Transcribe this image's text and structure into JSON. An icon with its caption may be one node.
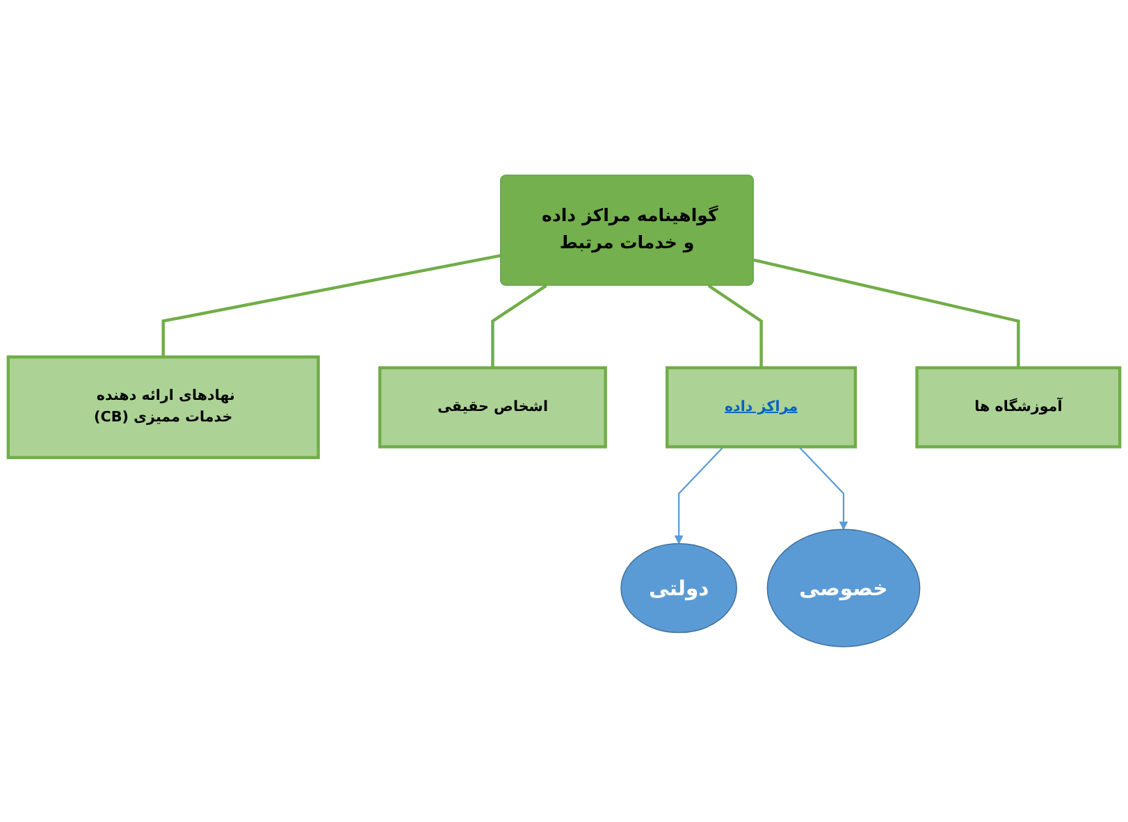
{
  "diagram": {
    "nodes": [
      {
        "text": [
          "گواهینامه مراکز داده و خدمات مرتبط"
        ]
      },
      {
        "text": [
          "نهادهای ارائه دهنده خدمات ممیزی (CB)"
        ]
      },
      {
        "text": [
          "آموزشگاه ها"
        ]
      },
      {
        "text": [
          "اشخاص حقیقی"
        ]
      },
      {
        "text": [
          "مراکز داده"
        ]
      },
      {
        "text": [
          "دولتی"
        ]
      },
      {
        "text": [
          "خصوصی"
        ]
      }
    ],
    "edges": [
      {
        "from": 0,
        "to": 1,
        "arrow": "none"
      },
      {
        "from": 0,
        "to": 2,
        "arrow": "none"
      },
      {
        "from": 0,
        "to": 3,
        "arrow": "none"
      },
      {
        "from": 0,
        "to": 4,
        "arrow": "none"
      },
      {
        "from": 4,
        "to": 5,
        "arrow": "to",
        "color": "#5b9bd5"
      },
      {
        "from": 4,
        "to": 6,
        "arrow": "to",
        "color": "#5b9bd5"
      }
    ]
  }
}
